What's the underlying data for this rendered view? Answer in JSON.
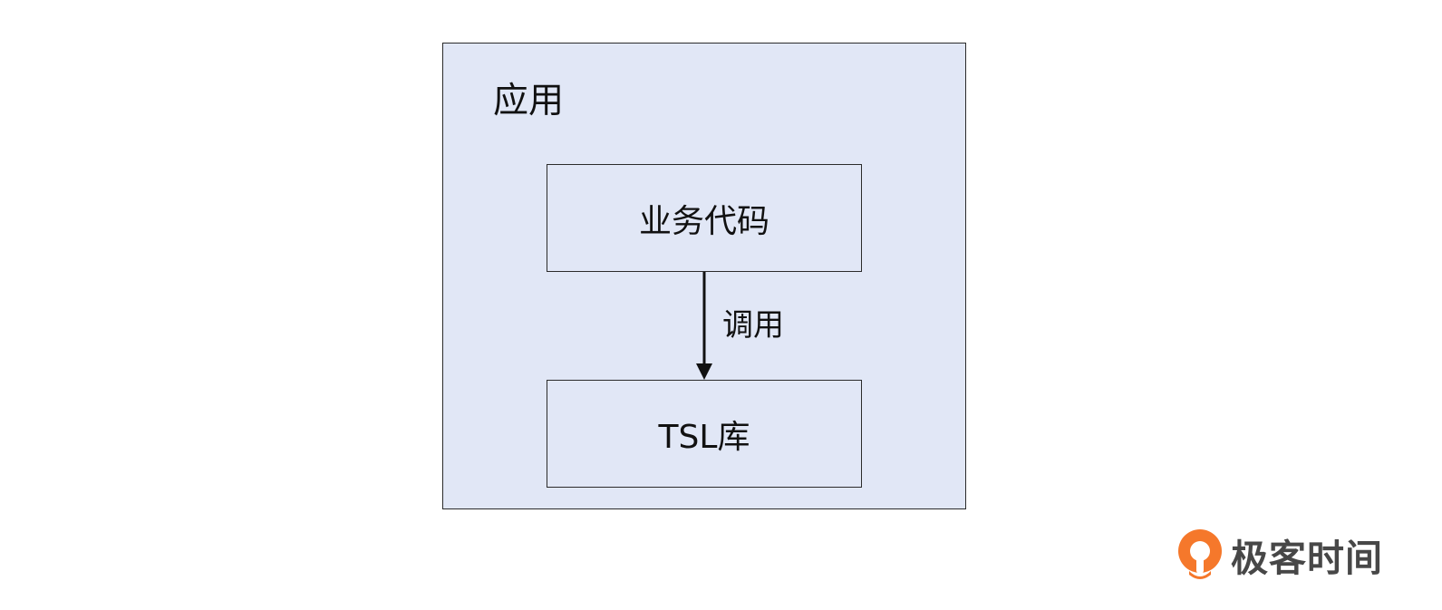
{
  "diagram": {
    "container_label": "应用",
    "nodes": [
      {
        "id": "business-code",
        "label": "业务代码"
      },
      {
        "id": "tsl-lib",
        "label": "TSL库"
      }
    ],
    "edge": {
      "from": "business-code",
      "to": "tsl-lib",
      "label": "调用"
    }
  },
  "brand": {
    "name": "极客时间",
    "accent_color": "#f5782b"
  },
  "colors": {
    "container_fill": "#e1e7f6",
    "stroke": "#2b2b2b"
  }
}
